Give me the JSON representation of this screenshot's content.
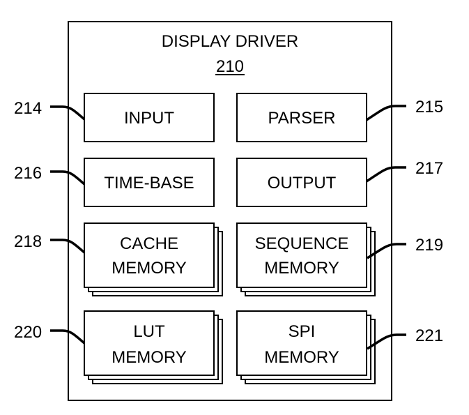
{
  "diagram": {
    "container": {
      "title": "DISPLAY DRIVER",
      "ref": "210"
    },
    "blocks": [
      {
        "id": "input",
        "lines": [
          "INPUT"
        ],
        "ref": "214",
        "side": "left",
        "stacked": false
      },
      {
        "id": "parser",
        "lines": [
          "PARSER"
        ],
        "ref": "215",
        "side": "right",
        "stacked": false
      },
      {
        "id": "time-base",
        "lines": [
          "TIME-BASE"
        ],
        "ref": "216",
        "side": "left",
        "stacked": false
      },
      {
        "id": "output",
        "lines": [
          "OUTPUT"
        ],
        "ref": "217",
        "side": "right",
        "stacked": false
      },
      {
        "id": "cache-memory",
        "lines": [
          "CACHE",
          "MEMORY"
        ],
        "ref": "218",
        "side": "left",
        "stacked": true
      },
      {
        "id": "sequence-memory",
        "lines": [
          "SEQUENCE",
          "MEMORY"
        ],
        "ref": "219",
        "side": "right",
        "stacked": true
      },
      {
        "id": "lut-memory",
        "lines": [
          "LUT",
          "MEMORY"
        ],
        "ref": "220",
        "side": "left",
        "stacked": true
      },
      {
        "id": "spi-memory",
        "lines": [
          "SPI",
          "MEMORY"
        ],
        "ref": "221",
        "side": "right",
        "stacked": true
      }
    ]
  }
}
